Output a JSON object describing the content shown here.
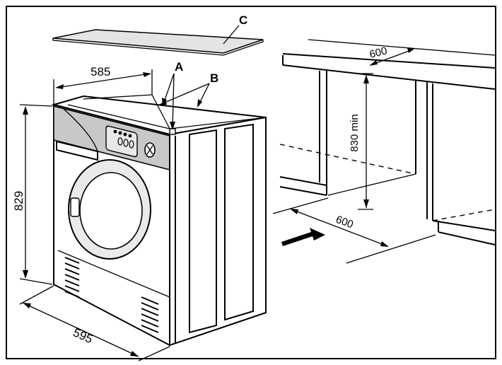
{
  "labels": {
    "a": "A",
    "b": "B",
    "c": "C"
  },
  "dimensions": {
    "depth_top": "585",
    "height": "829",
    "width": "595",
    "niche_depth": "600",
    "niche_height": "830 min",
    "niche_width": "600"
  },
  "colors": {
    "line": "#000000",
    "panel_grey": "#c8c8c8",
    "background": "#ffffff"
  }
}
